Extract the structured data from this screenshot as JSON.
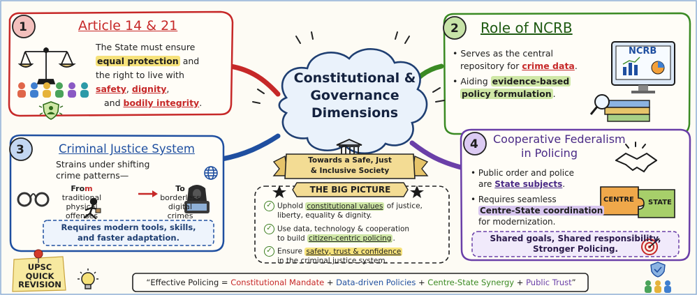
{
  "center": {
    "title_line1": "Constitutional &",
    "title_line2": "Governance",
    "title_line3": "Dimensions",
    "banner_line1": "Towards a Safe, Just",
    "banner_line2": "& Inclusive Society"
  },
  "box1": {
    "number": "1",
    "title": "Article 14 & 21",
    "l1": "The State must ensure",
    "l2a": "equal protection",
    "l2b": " and",
    "l3": "the right to live with",
    "l4a": "safety",
    "l4b": ", ",
    "l4c": "dignity",
    "l4d": ",",
    "l5a": "and ",
    "l5b": "bodily integrity",
    "l5c": "."
  },
  "box2": {
    "number": "2",
    "title": "Role of NCRB",
    "b1a": "Serves as the central",
    "b1b": "repository for ",
    "b1c": "crime data",
    "b1d": ".",
    "b2a": "Aiding ",
    "b2b": "evidence-based",
    "b2c": "policy formulation",
    "b2d": ".",
    "monitor_label": "NCRB"
  },
  "box3": {
    "number": "3",
    "title": "Criminal Justice System",
    "l1": "Strains under shifting",
    "l2": "crime patterns—",
    "from_a": "Fro",
    "from_b": "m",
    "from_l2": "traditional",
    "from_l3": "physical",
    "from_l4": "offenses",
    "to_l1": "To",
    "to_l2": "borderless",
    "to_l3": "digital",
    "to_l4": "crimes",
    "bottom_l1": "Requires modern tools, skills,",
    "bottom_l2": "and faster adaptation."
  },
  "box4": {
    "number": "4",
    "title_l1": "Cooperative Federalism",
    "title_l2": "in Policing",
    "b1a": "Public order and police",
    "b1b": "are ",
    "b1c": "State subjects",
    "b1d": ".",
    "b2a": "Requires seamless",
    "b2b": "Centre-State coordination",
    "b2c": "for modernization.",
    "puzzle_left": "CENTRE",
    "puzzle_right": "STATE",
    "bottom_l1": "Shared goals, Shared responsibility,",
    "bottom_l2": "Stronger Policing."
  },
  "big_picture": {
    "title": "THE BIG PICTURE",
    "i1a": "Uphold ",
    "i1b": "constitutional values",
    "i1c": " of justice,",
    "i1d": "liberty, equality & dignity.",
    "i2a": "Use data, technology & cooperation",
    "i2b": "to build ",
    "i2c": "citizen-centric policing",
    "i2d": ".",
    "i3a": "Ensure ",
    "i3b": "safety, trust & confidence",
    "i3c": "in the criminal justice system."
  },
  "note": {
    "l1": "UPSC",
    "l2": "QUICK",
    "l3": "REVISION"
  },
  "formula": {
    "open": "“Effective Policing = ",
    "p1": "Constitutional Mandate",
    "plus1": " + ",
    "p2": "Data-driven Policies",
    "plus2": " + ",
    "p3": "Centre-State Synergy",
    "plus3": " + ",
    "p4": "Public Trust",
    "close": "”"
  },
  "colors": {
    "red": "#c62828",
    "green": "#3a8a23",
    "blue": "#1f4fa0",
    "purple": "#6a3fa8",
    "highlight_yellow": "#f6e27a",
    "highlight_green": "#cfe7a6",
    "highlight_purple": "#d8c6ef"
  },
  "icons": [
    "scales-icon",
    "people-group-icon",
    "shield-person-icon",
    "monitor-chart-icon",
    "magnifier-books-icon",
    "handcuffs-icon",
    "runner-icon",
    "arrow-right-icon",
    "globe-icon",
    "hacker-icon",
    "courthouse-icon",
    "handshake-icon",
    "puzzle-icon",
    "target-icon",
    "lightbulb-icon",
    "pushpin-icon",
    "team-shield-icon",
    "star-icon",
    "check-icon"
  ]
}
